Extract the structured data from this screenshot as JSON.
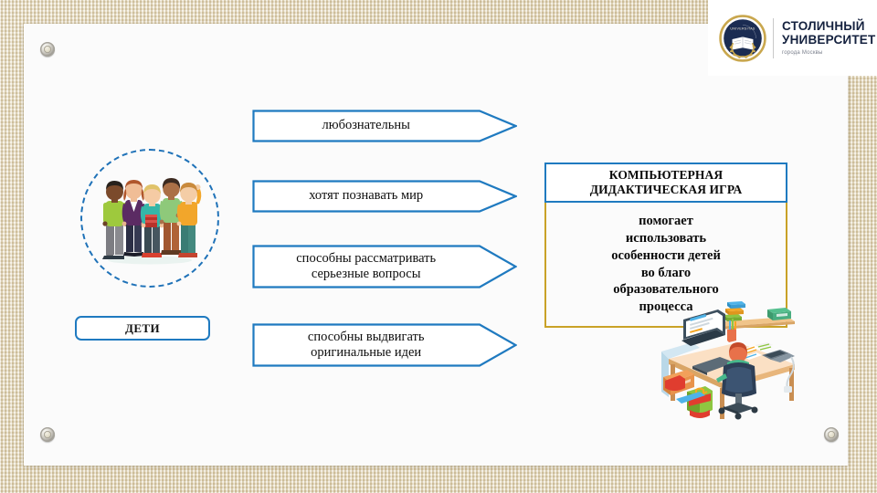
{
  "slide": {
    "background_color": "#e9dec3",
    "panel_color": "#fbfbfb",
    "accent_blue": "#1f7ac0",
    "accent_gold": "#c9a227",
    "emblem_navy": "#1b2c52"
  },
  "logo": {
    "line1": "СТОЛИЧНЫЙ",
    "line2": "УНИВЕРСИТЕТ",
    "subtitle": "города Москвы",
    "emblem_name": "university-emblem-book-laurel"
  },
  "left": {
    "circle_caption": "children-illustration",
    "deti_label": "ДЕТИ"
  },
  "arrows": [
    {
      "text": "любознательны"
    },
    {
      "text": "хотят познавать мир"
    },
    {
      "text": "способны рассматривать\nсерьезные вопросы"
    },
    {
      "text": "способны выдвигать\nоригинальные идеи"
    }
  ],
  "result": {
    "title": "КОМПЬЮТЕРНАЯ\nДИДАКТИЧЕСКАЯ ИГРА",
    "body": "помогает\nиспользовать\nособенности детей\nво благо\nобразовательного\nпроцесса"
  },
  "decor": {
    "rivet_name": "corner-rivet",
    "desk_art_name": "desk-computer-workstation-illustration"
  }
}
